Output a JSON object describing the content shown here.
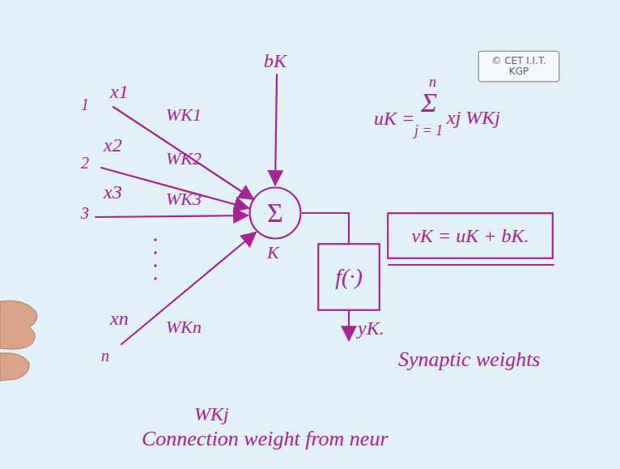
{
  "diagram": {
    "nodes": [
      {
        "text": [
          "© CET I.I.T. KGP"
        ]
      },
      {
        "text": [
          "Σ"
        ]
      },
      {
        "text": [
          "vK = uK + bK."
        ]
      },
      {
        "text": [
          "f(·)"
        ]
      }
    ],
    "edges": [
      {
        "from": 1,
        "to": 3,
        "arrow": "none"
      }
    ],
    "labels": [
      "1",
      "x1",
      "WK1",
      "2",
      "x2",
      "WK2",
      "3",
      "x3",
      "WK3",
      "xn",
      "WKn",
      "n",
      "bK",
      "K",
      "uK =",
      "n",
      "Σ",
      "j = 1",
      "xj WKj",
      "yK.",
      "Synaptic weights",
      "WKj",
      "Connection weight from neur"
    ]
  }
}
